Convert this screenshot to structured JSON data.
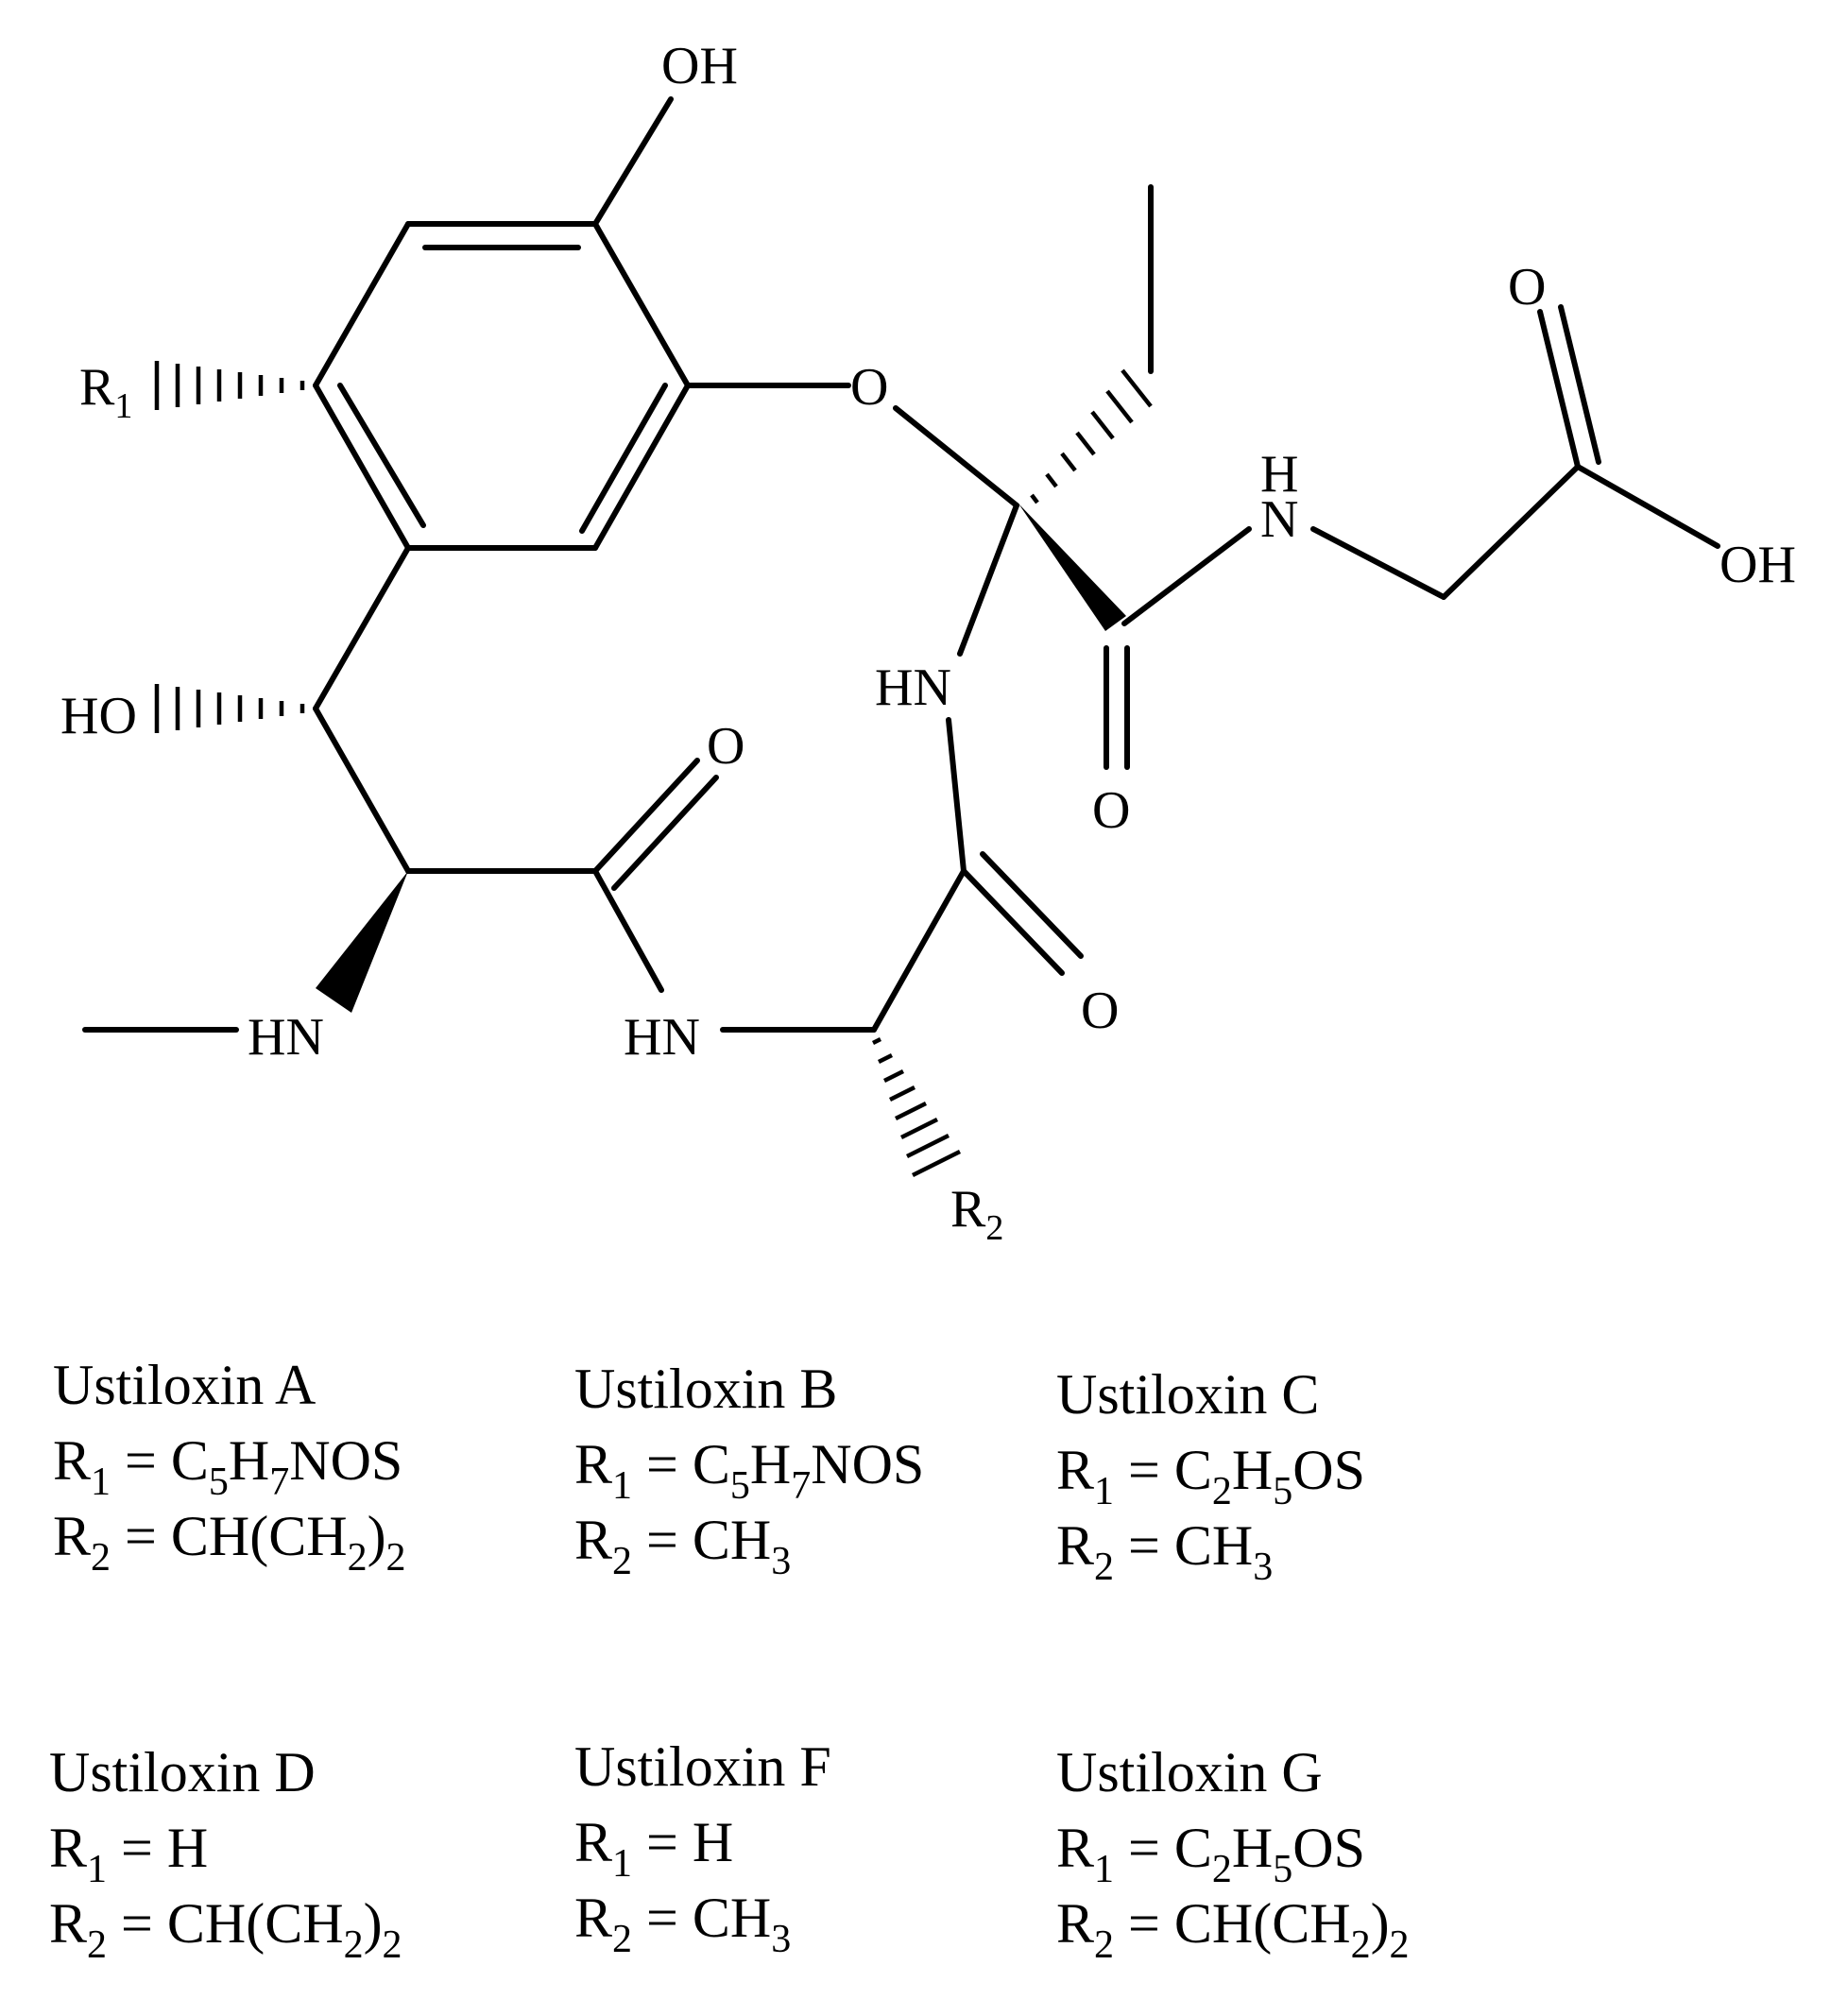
{
  "atoms": {
    "oh_top": "OH",
    "r1": "R",
    "r1_sub": "1",
    "o_ether": "O",
    "o_acid_top": "O",
    "h_amide": "H",
    "n_amide": "N",
    "oh_acid": "OH",
    "ho_left": "HO",
    "hn_right": "HN",
    "o_mid": "O",
    "o_right": "O",
    "o_lower": "O",
    "hn_left": "HN",
    "hn_mid": "HN",
    "r2": "R",
    "r2_sub": "2"
  },
  "variants": [
    {
      "name": "Ustiloxin A",
      "r1": [
        {
          "t": "R"
        },
        {
          "s": "1"
        },
        {
          "t": " = C"
        },
        {
          "s": "5"
        },
        {
          "t": "H"
        },
        {
          "s": "7"
        },
        {
          "t": "NOS"
        }
      ],
      "r2": [
        {
          "t": "R"
        },
        {
          "s": "2"
        },
        {
          "t": " = CH(CH"
        },
        {
          "s": "2"
        },
        {
          "t": ")"
        },
        {
          "s": "2"
        }
      ]
    },
    {
      "name": "Ustiloxin B",
      "r1": [
        {
          "t": "R"
        },
        {
          "s": "1"
        },
        {
          "t": " = C"
        },
        {
          "s": "5"
        },
        {
          "t": "H"
        },
        {
          "s": "7"
        },
        {
          "t": "NOS"
        }
      ],
      "r2": [
        {
          "t": "R"
        },
        {
          "s": "2"
        },
        {
          "t": " = CH"
        },
        {
          "s": "3"
        }
      ]
    },
    {
      "name": "Ustiloxin C",
      "r1": [
        {
          "t": "R"
        },
        {
          "s": "1"
        },
        {
          "t": " = C"
        },
        {
          "s": "2"
        },
        {
          "t": "H"
        },
        {
          "s": "5"
        },
        {
          "t": "OS"
        }
      ],
      "r2": [
        {
          "t": "R"
        },
        {
          "s": "2"
        },
        {
          "t": " = CH"
        },
        {
          "s": "3"
        }
      ]
    },
    {
      "name": "Ustiloxin D",
      "r1": [
        {
          "t": "R"
        },
        {
          "s": "1"
        },
        {
          "t": " = H"
        }
      ],
      "r2": [
        {
          "t": "R"
        },
        {
          "s": "2"
        },
        {
          "t": " = CH(CH"
        },
        {
          "s": "2"
        },
        {
          "t": ")"
        },
        {
          "s": "2"
        }
      ]
    },
    {
      "name": "Ustiloxin F",
      "r1": [
        {
          "t": "R"
        },
        {
          "s": "1"
        },
        {
          "t": " = H"
        }
      ],
      "r2": [
        {
          "t": "R"
        },
        {
          "s": "2"
        },
        {
          "t": " = CH"
        },
        {
          "s": "3"
        }
      ]
    },
    {
      "name": "Ustiloxin G",
      "r1": [
        {
          "t": "R"
        },
        {
          "s": "1"
        },
        {
          "t": " = C"
        },
        {
          "s": "2"
        },
        {
          "t": "H"
        },
        {
          "s": "5"
        },
        {
          "t": "OS"
        }
      ],
      "r2": [
        {
          "t": "R"
        },
        {
          "s": "2"
        },
        {
          "t": " = CH(CH"
        },
        {
          "s": "2"
        },
        {
          "t": ")"
        },
        {
          "s": "2"
        }
      ]
    }
  ]
}
